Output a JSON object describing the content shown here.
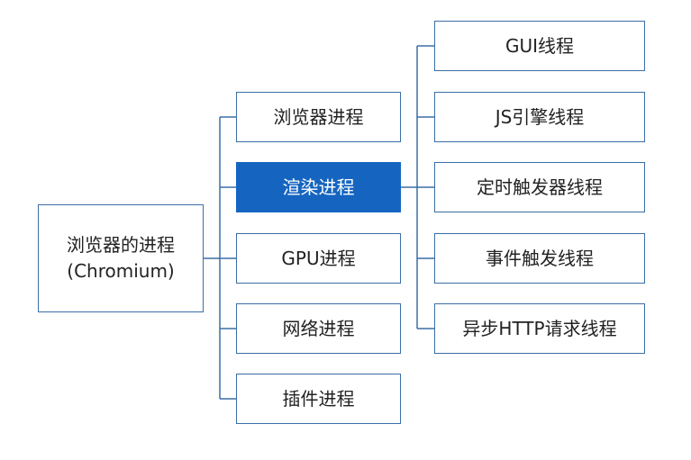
{
  "colors": {
    "line": "#3b6ea5",
    "active_fill": "#1565c0",
    "active_text": "#ffffff"
  },
  "root": {
    "line1": "浏览器的进程",
    "line2": "(Chromium)"
  },
  "processes": [
    {
      "label": "浏览器进程"
    },
    {
      "label": "渲染进程",
      "highlighted": true
    },
    {
      "label": "GPU进程"
    },
    {
      "label": "网络进程"
    },
    {
      "label": "插件进程"
    }
  ],
  "threads": [
    {
      "label": "GUI线程"
    },
    {
      "label": "JS引擎线程"
    },
    {
      "label": "定时触发器线程"
    },
    {
      "label": "事件触发线程"
    },
    {
      "label": "异步HTTP请求线程"
    }
  ]
}
